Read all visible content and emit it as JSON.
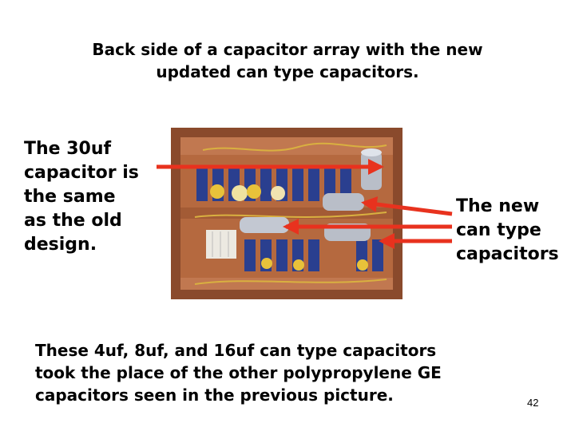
{
  "slide": {
    "title": "Back side of a capacitor array with the new\nupdated can type capacitors.",
    "left_callout": "The 30uf\ncapacitor is\nthe same\nas the old\ndesign.",
    "right_callout": "The new\ncan type\ncapacitors",
    "bottom_text": "These 4uf, 8uf, and 16uf can type capacitors\ntook the place of the other polypropylene GE\ncapacitors seen in the previous picture.",
    "page_number": "42"
  },
  "colors": {
    "arrow": "#e8321e",
    "wood": "#b0603c",
    "capacitor_blue": "#2a3f8f",
    "capacitor_yellow": "#e8c23a",
    "can_silver": "#b9bec8"
  }
}
